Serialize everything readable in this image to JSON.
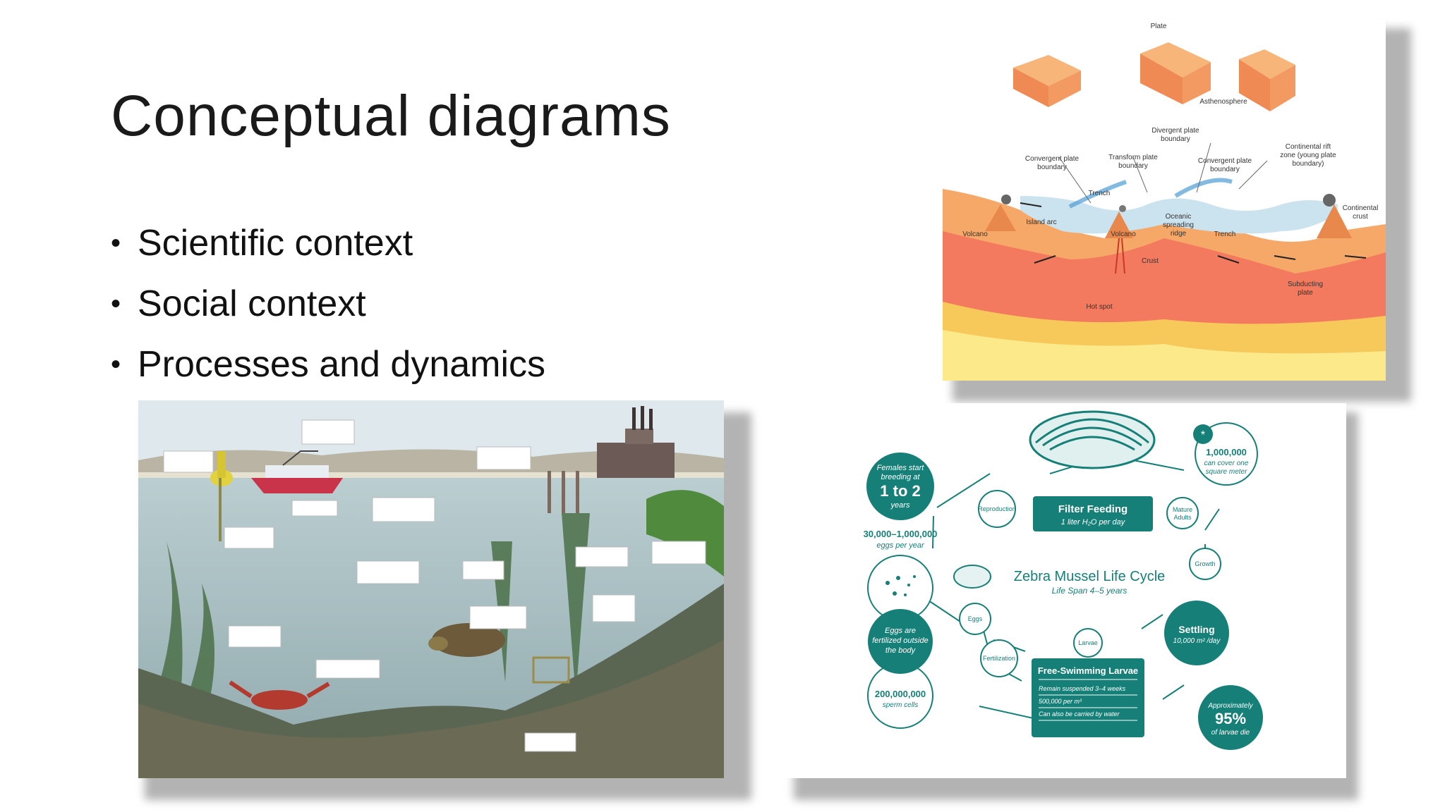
{
  "slide": {
    "title": "Conceptual diagrams",
    "bullets": [
      "Scientific context",
      "Social context",
      "Processes and dynamics"
    ]
  },
  "plates": {
    "labels": {
      "plate": "Plate",
      "asthenosphere": "Asthenosphere",
      "divergent": [
        "Divergent plate",
        "boundary"
      ],
      "convergent_left": [
        "Convergent plate",
        "boundary"
      ],
      "transform": [
        "Transform plate",
        "boundary"
      ],
      "convergent_right": [
        "Convergent plate",
        "boundary"
      ],
      "rift": [
        "Continental rift",
        "zone (young plate",
        "boundary)"
      ],
      "continental_crust": [
        "Continental",
        "crust"
      ],
      "trench_left": "Trench",
      "trench_right": "Trench",
      "island_arc": "Island arc",
      "volcano_left": "Volcano",
      "volcano_mid": "Volcano",
      "oceanic_ridge": [
        "Oceanic",
        "spreading",
        "ridge"
      ],
      "crust": "Crust",
      "hot_spot": "Hot spot",
      "subducting": [
        "Subducting",
        "plate"
      ]
    }
  },
  "mussel": {
    "title": "Zebra Mussel Life Cycle",
    "subtitle": "Life Span 4–5 years",
    "breeding": {
      "line1": "Females start",
      "line2": "breeding at",
      "big": "1 to 2",
      "line3": "years"
    },
    "eggs_count": "30,000–1,000,000",
    "eggs_unit": "eggs per year",
    "coverage": {
      "value": "1,000,000",
      "l1": "can cover one",
      "l2": "square meter"
    },
    "filter": {
      "title": "Filter Feeding",
      "sub": "1 liter H₂O per day"
    },
    "nodes": {
      "reproduction": "Reproduction",
      "mature": [
        "Mature",
        "Adults"
      ],
      "growth": "Growth",
      "eggs": "Eggs",
      "fertilization": "Fertilization",
      "larvae": "Larvae"
    },
    "external": [
      "Eggs are",
      "fertilized outside",
      "the body"
    ],
    "sperm": {
      "value": "200,000,000",
      "unit": "sperm cells"
    },
    "settling": {
      "title": "Settling",
      "sub": "10,000 m² /day"
    },
    "larvae_box": {
      "title": "Free-Swimming Larvae",
      "lines": [
        "Remain suspended 3–4 weeks",
        "500,000 per m³",
        "Can also be carried by water"
      ]
    },
    "die": {
      "l1": "Approximately",
      "value": "95%",
      "l2": "of larvae die"
    }
  },
  "colors": {
    "teal": "#157f78",
    "teal_light": "#2a9a90",
    "plate_orange": "#f6a868",
    "mantle": "#f26b52",
    "water": "#b9cfd8",
    "sky": "#dfe8ec"
  }
}
